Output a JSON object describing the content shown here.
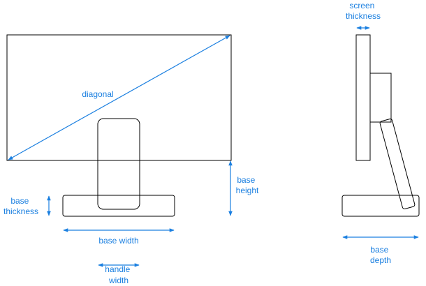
{
  "colors": {
    "dimension": "#1a7fe0",
    "outline": "#000000",
    "background": "#ffffff"
  },
  "labels": {
    "diagonal": "diagonal",
    "screen_thickness": [
      "screen",
      "thickness"
    ],
    "base_height": [
      "base",
      "height"
    ],
    "base_thickness": [
      "base",
      "thickness"
    ],
    "base_width": "base width",
    "handle_width": [
      "handle",
      "width"
    ],
    "base_depth": [
      "base",
      "depth"
    ]
  }
}
